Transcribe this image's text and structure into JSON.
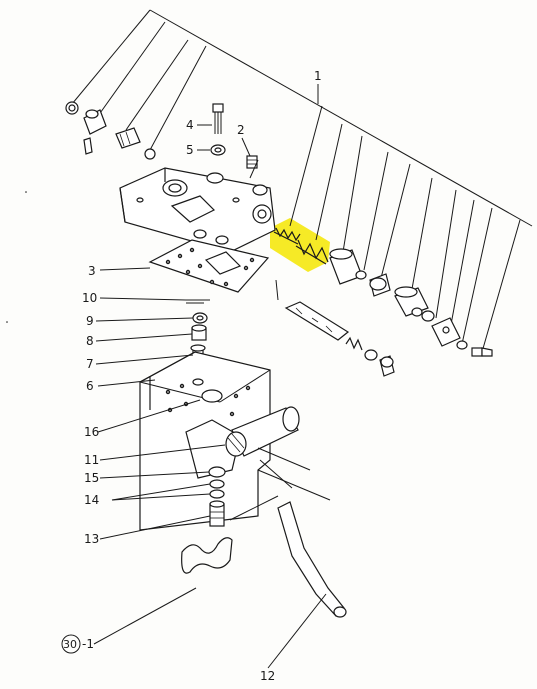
{
  "labels": {
    "l1": "1",
    "l2": "2",
    "l3": "3",
    "l4": "4",
    "l5": "5",
    "l6": "6",
    "l7": "7",
    "l8": "8",
    "l9": "9",
    "l10": "10",
    "l11": "11",
    "l12": "12",
    "l13": "13",
    "l14": "14",
    "l15": "15",
    "l16": "16",
    "l30": "30",
    "l30_suffix": "-1"
  },
  "colors": {
    "highlight": "#f5e600",
    "ink": "#1a1a1a",
    "paper": "#fdfdfb"
  }
}
